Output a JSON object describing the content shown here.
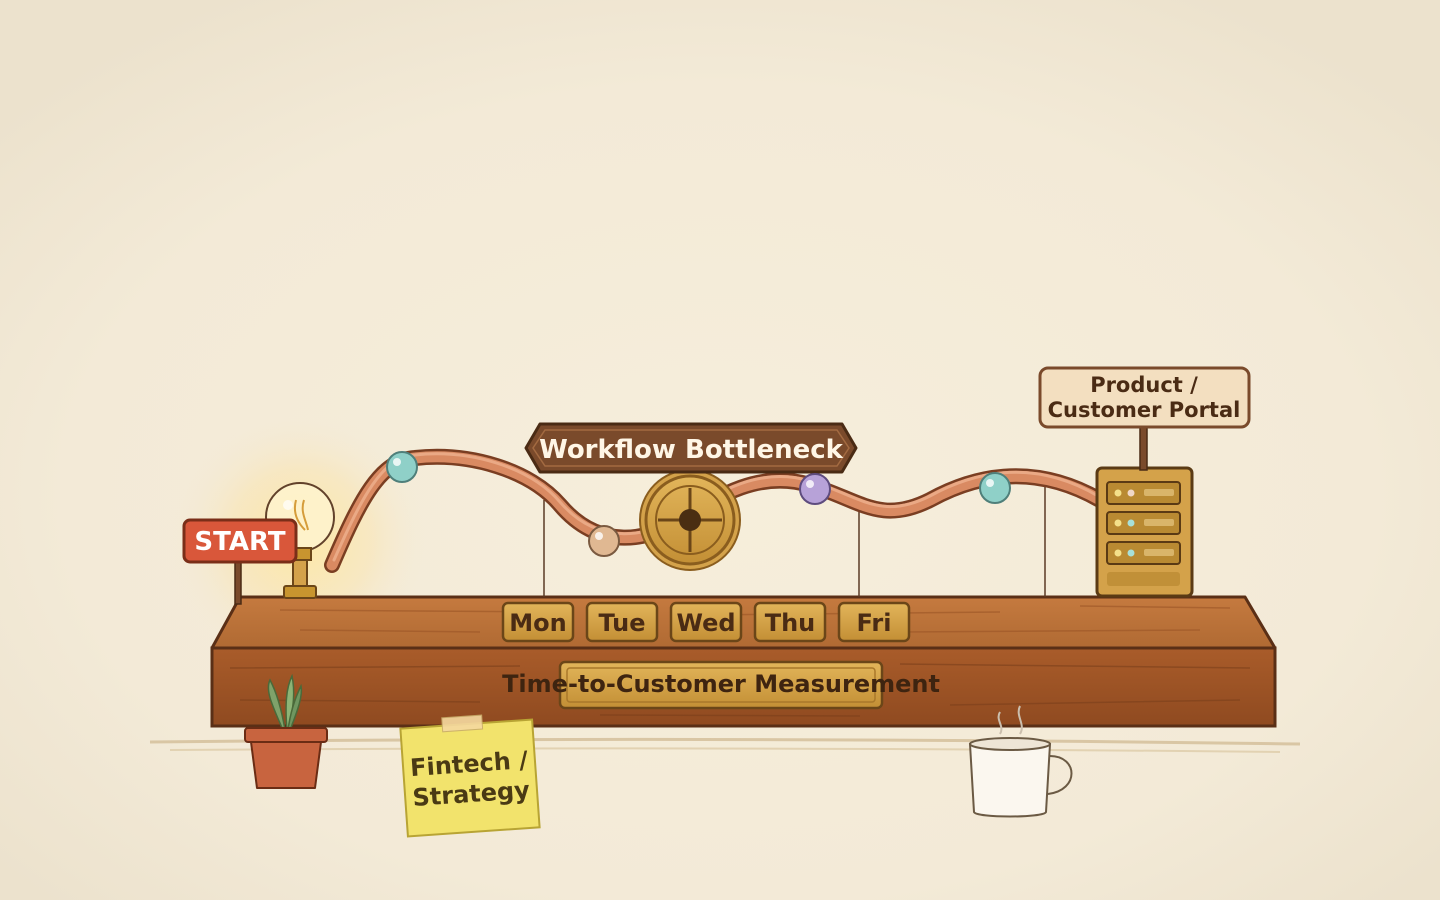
{
  "start_sign": {
    "label": "START",
    "color": "#d9573a"
  },
  "pipeline": {
    "title": "Workflow Bottleneck",
    "destination": {
      "line1": "Product /",
      "line2": "Customer Portal"
    },
    "days": [
      "Mon",
      "Tue",
      "Wed",
      "Thu",
      "Fri"
    ],
    "measurement_label": "Time-to-Customer Measurement",
    "ball_colors": [
      "#8fd0c8",
      "#e0b892",
      "#b7a2d8",
      "#8fd0c8"
    ]
  },
  "sticky_note": {
    "line1": "Fintech /",
    "line2": "Strategy"
  },
  "colors": {
    "background": "#f1e8d5",
    "wood": "#b0622c",
    "wood_dark": "#6b3a1c",
    "pipe": "#d98a62",
    "brass": "#d4a24a",
    "sign_dark": "#7a4a2b",
    "sticky": "#f2e36c"
  }
}
